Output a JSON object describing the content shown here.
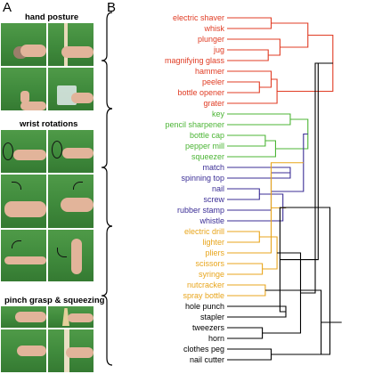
{
  "panels": {
    "a": "A",
    "b": "B"
  },
  "sections": {
    "hand_posture": "hand posture",
    "wrist_rotations": "wrist rotations",
    "pinch_grasp": "pinch grasp & squeezing"
  },
  "colors": {
    "red": "#e03c24",
    "green": "#4cb536",
    "blue": "#3b2e96",
    "orange": "#e8a51c",
    "black": "#000000"
  },
  "dendrogram": {
    "leaves": [
      {
        "label": "electric shaver",
        "color": "red"
      },
      {
        "label": "whisk",
        "color": "red"
      },
      {
        "label": "plunger",
        "color": "red"
      },
      {
        "label": "jug",
        "color": "red"
      },
      {
        "label": "magnifying glass",
        "color": "red"
      },
      {
        "label": "hammer",
        "color": "red"
      },
      {
        "label": "peeler",
        "color": "red"
      },
      {
        "label": "bottle opener",
        "color": "red"
      },
      {
        "label": "grater",
        "color": "red"
      },
      {
        "label": "key",
        "color": "green"
      },
      {
        "label": "pencil sharpener",
        "color": "green"
      },
      {
        "label": "bottle cap",
        "color": "green"
      },
      {
        "label": "pepper mill",
        "color": "green"
      },
      {
        "label": "squeezer",
        "color": "green"
      },
      {
        "label": "match",
        "color": "blue"
      },
      {
        "label": "spinning top",
        "color": "blue"
      },
      {
        "label": "nail",
        "color": "blue"
      },
      {
        "label": "screw",
        "color": "blue"
      },
      {
        "label": "rubber stamp",
        "color": "blue"
      },
      {
        "label": "whistle",
        "color": "blue"
      },
      {
        "label": "electric drill",
        "color": "orange"
      },
      {
        "label": "lighter",
        "color": "orange"
      },
      {
        "label": "pliers",
        "color": "orange"
      },
      {
        "label": "scissors",
        "color": "orange"
      },
      {
        "label": "syringe",
        "color": "orange"
      },
      {
        "label": "nutcracker",
        "color": "orange"
      },
      {
        "label": "spray bottle",
        "color": "orange"
      },
      {
        "label": "hole punch",
        "color": "black"
      },
      {
        "label": "stapler",
        "color": "black"
      },
      {
        "label": "tweezers",
        "color": "black"
      },
      {
        "label": "horn",
        "color": "black"
      },
      {
        "label": "clothes peg",
        "color": "black"
      },
      {
        "label": "nail cutter",
        "color": "black"
      }
    ],
    "merges": [
      [
        3,
        4,
        0.28,
        "red"
      ],
      [
        2,
        33,
        0.36,
        "red"
      ],
      [
        0,
        1,
        0.3,
        "red"
      ],
      [
        35,
        34,
        0.55,
        "red"
      ],
      [
        6,
        7,
        0.22,
        "red"
      ],
      [
        5,
        37,
        0.3,
        "red"
      ],
      [
        38,
        8,
        0.34,
        "red"
      ],
      [
        36,
        39,
        0.72,
        "red"
      ],
      [
        11,
        12,
        0.26,
        "green"
      ],
      [
        41,
        13,
        0.33,
        "green"
      ],
      [
        9,
        10,
        0.43,
        "green"
      ],
      [
        43,
        42,
        0.55,
        "green"
      ],
      [
        14,
        15,
        0.43,
        "blue"
      ],
      [
        16,
        17,
        0.22,
        "blue"
      ],
      [
        45,
        18,
        0.3,
        "blue"
      ],
      [
        46,
        19,
        0.38,
        "blue"
      ],
      [
        44,
        47,
        0.52,
        "blue"
      ],
      [
        20,
        21,
        0.22,
        "orange"
      ],
      [
        23,
        24,
        0.24,
        "orange"
      ],
      [
        22,
        49,
        0.3,
        "orange"
      ],
      [
        25,
        26,
        0.26,
        "orange"
      ],
      [
        50,
        51,
        0.34,
        "orange"
      ],
      [
        48,
        52,
        0.4,
        "orange"
      ],
      [
        27,
        28,
        0.4,
        "black"
      ],
      [
        29,
        30,
        0.24,
        "black"
      ],
      [
        31,
        32,
        0.3,
        "black"
      ],
      [
        55,
        56,
        0.36,
        "black"
      ],
      [
        54,
        57,
        0.5,
        "black"
      ],
      [
        53,
        58,
        0.64,
        "black"
      ],
      [
        48,
        58,
        0.7,
        "black"
      ],
      [
        40,
        59,
        0.62,
        "black"
      ],
      [
        40,
        60,
        0.6,
        "black"
      ],
      [
        61,
        65,
        0.78,
        "black"
      ]
    ]
  }
}
